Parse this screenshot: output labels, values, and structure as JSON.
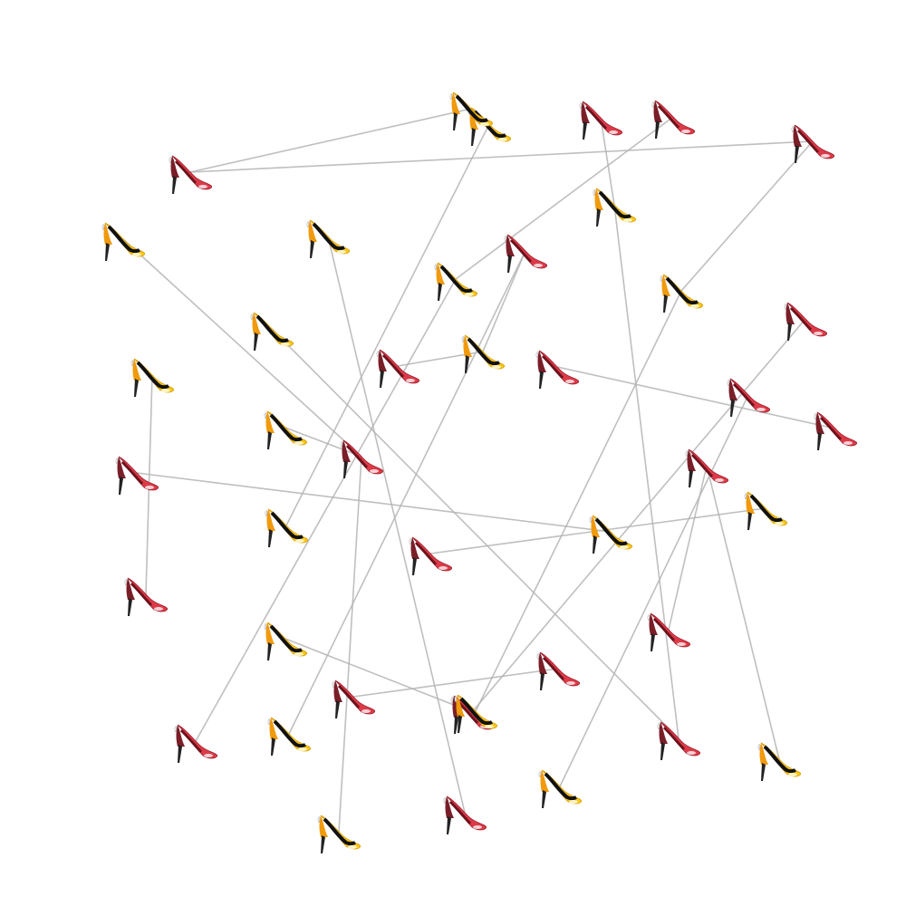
{
  "colors": {
    "background": "#ffffff",
    "edge": "#b4b4b4",
    "red_shoe": "#dc3a48",
    "red_shoe_dark": "#7a1e28",
    "yellow_shoe": "#f6c719",
    "yellow_shoe_dark": "#f09a0d",
    "heel": "#222222",
    "insole": "#111111"
  },
  "icons": {
    "red": "red-high-heel-icon",
    "yellow": "yellow-high-heel-icon"
  },
  "nodes": [
    {
      "id": "n1",
      "color": "red"
    },
    {
      "id": "n2",
      "color": "yellow"
    },
    {
      "id": "n3",
      "color": "red"
    },
    {
      "id": "n4",
      "color": "red"
    },
    {
      "id": "n5",
      "color": "red"
    },
    {
      "id": "n6",
      "color": "yellow"
    },
    {
      "id": "n7",
      "color": "yellow"
    },
    {
      "id": "n8",
      "color": "yellow"
    },
    {
      "id": "n9",
      "color": "red"
    },
    {
      "id": "n10",
      "color": "yellow"
    },
    {
      "id": "n11",
      "color": "yellow"
    },
    {
      "id": "n12",
      "color": "red"
    },
    {
      "id": "n13",
      "color": "yellow"
    },
    {
      "id": "n14",
      "color": "red"
    },
    {
      "id": "n15",
      "color": "yellow"
    },
    {
      "id": "n16",
      "color": "yellow"
    },
    {
      "id": "n17",
      "color": "red"
    },
    {
      "id": "n18",
      "color": "red"
    },
    {
      "id": "n19",
      "color": "yellow"
    },
    {
      "id": "n20",
      "color": "red"
    },
    {
      "id": "n21",
      "color": "red"
    },
    {
      "id": "n22",
      "color": "red"
    },
    {
      "id": "n23",
      "color": "red"
    },
    {
      "id": "n24",
      "color": "yellow"
    },
    {
      "id": "n25",
      "color": "yellow"
    },
    {
      "id": "n26",
      "color": "red"
    },
    {
      "id": "n27",
      "color": "yellow"
    },
    {
      "id": "n28",
      "color": "red"
    },
    {
      "id": "n29",
      "color": "red"
    },
    {
      "id": "n30",
      "color": "red"
    },
    {
      "id": "n31",
      "color": "red"
    },
    {
      "id": "n32",
      "color": "yellow"
    },
    {
      "id": "n33",
      "color": "red"
    },
    {
      "id": "n34",
      "color": "red"
    },
    {
      "id": "n35",
      "color": "yellow"
    },
    {
      "id": "n36",
      "color": "red"
    },
    {
      "id": "n37",
      "color": "yellow"
    },
    {
      "id": "n38",
      "color": "yellow"
    },
    {
      "id": "n39",
      "color": "red"
    },
    {
      "id": "n40",
      "color": "yellow"
    },
    {
      "id": "n41",
      "color": "yellow"
    },
    {
      "id": "n42",
      "color": "yellow"
    }
  ],
  "edges": [
    [
      "n4",
      "n6"
    ],
    [
      "n9",
      "n15"
    ],
    [
      "n2",
      "n25"
    ],
    [
      "n1",
      "n42"
    ],
    [
      "n6",
      "n34"
    ],
    [
      "n3",
      "n10"
    ],
    [
      "n5",
      "n11"
    ],
    [
      "n12",
      "n33"
    ],
    [
      "n7",
      "n20"
    ],
    [
      "n8",
      "n39"
    ],
    [
      "n16",
      "n28"
    ],
    [
      "n13",
      "n36"
    ],
    [
      "n18",
      "n38"
    ],
    [
      "n19",
      "n20"
    ],
    [
      "n14",
      "n15"
    ],
    [
      "n17",
      "n21"
    ],
    [
      "n22",
      "n27"
    ],
    [
      "n23",
      "n29"
    ],
    [
      "n24",
      "n26"
    ],
    [
      "n30",
      "n31"
    ],
    [
      "n32",
      "n33"
    ],
    [
      "n9",
      "n35"
    ],
    [
      "n11",
      "n41"
    ],
    [
      "n37",
      "n23"
    ],
    [
      "n40",
      "n20"
    ],
    [
      "n1",
      "n5"
    ],
    [
      "n10",
      "n36"
    ]
  ]
}
